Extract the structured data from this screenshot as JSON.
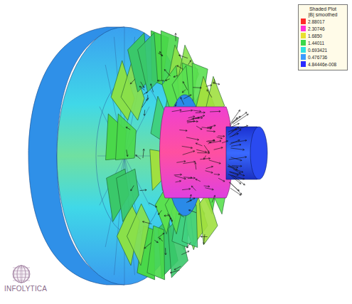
{
  "diagram": {
    "labels": [
      "Shaded Plot",
      "|B| smoothed",
      "INFOLYTICA"
    ],
    "legend": [
      {
        "text": "2.88017",
        "color": "#ff2a2a"
      },
      {
        "text": "2.30746",
        "color": "#ff30d8"
      },
      {
        "text": "1.6850",
        "color": "#e8e030"
      },
      {
        "text": "1.44011",
        "color": "#3ad84a"
      },
      {
        "text": "0.693421",
        "color": "#30e0e0"
      },
      {
        "text": "0.476736",
        "color": "#3a9cff"
      },
      {
        "text": "4.84446e-008",
        "color": "#2a2aff"
      }
    ]
  }
}
